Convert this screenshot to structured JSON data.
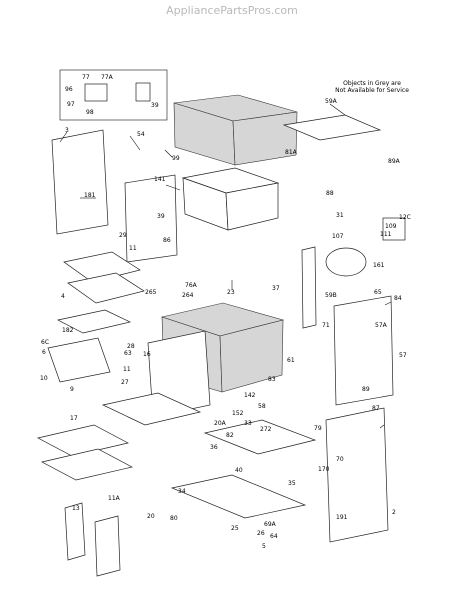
{
  "watermark": "AppliancePartsPros.com",
  "note": {
    "line1": "Objects in Grey are",
    "line2": "Not Available for Service"
  },
  "callouts": {
    "p3": "3",
    "p181": "181",
    "p54": "54",
    "p99": "99",
    "p141": "141",
    "p39": "39",
    "p29": "29",
    "p86": "86",
    "p11": "11",
    "p4": "4",
    "p6C": "6C",
    "p6": "6",
    "p182": "182",
    "p10": "10",
    "p17": "17",
    "p9": "9",
    "p13": "13",
    "p11A": "11A",
    "p76A": "76A",
    "p264": "264",
    "p23": "23",
    "p265": "265",
    "p37": "37",
    "p59B": "59B",
    "p59A": "59A",
    "p81A": "81A",
    "p88": "88",
    "p89A": "89A",
    "p31": "31",
    "p109": "109",
    "p111": "111",
    "p12C": "12C",
    "p107": "107",
    "p161": "161",
    "p65": "65",
    "p84": "84",
    "p57A": "57A",
    "p57": "57",
    "p71": "71",
    "p61": "61",
    "p83": "83",
    "p89": "89",
    "p87": "87",
    "p142": "142",
    "p152": "152",
    "p272": "272",
    "p33": "33",
    "p58": "58",
    "p20A": "20A",
    "p20": "20",
    "p80": "80",
    "p82": "82",
    "p40": "40",
    "p35": "35",
    "p79": "79",
    "p25": "25",
    "p26": "26",
    "p5": "5",
    "p36": "36",
    "p34": "34",
    "p70": "70",
    "p170": "170",
    "p191": "191",
    "p2": "2",
    "p69A": "69A",
    "p64": "64",
    "p77": "77",
    "p77A": "77A",
    "p97": "97",
    "p98": "98",
    "p96": "96",
    "p39b": "39",
    "p63": "63",
    "p28": "28",
    "p27": "27",
    "p16": "16",
    "p11b": "11"
  }
}
